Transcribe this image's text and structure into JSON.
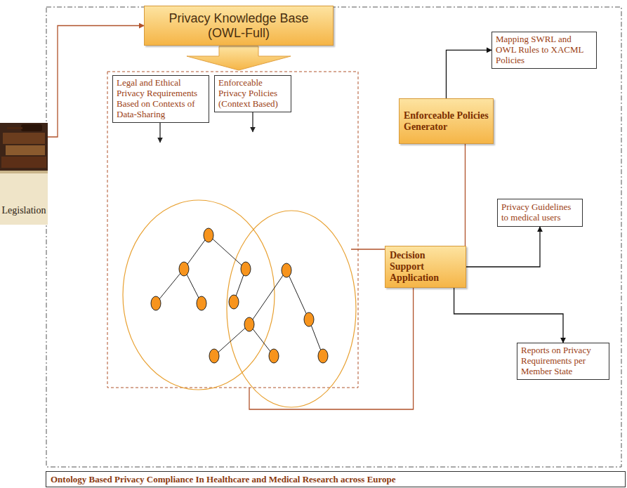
{
  "diagram": {
    "caption": "Ontology Based Privacy Compliance In Healthcare and Medical Research across Europe",
    "nodes": [
      {
        "text": [
          "Legislation"
        ]
      },
      {
        "text": [
          "Privacy Knowledge Base (OWL-Full)"
        ]
      },
      {
        "text": [
          "Legal and Ethical Privacy Requirements Based on Contexts of Data-Sharing"
        ]
      },
      {
        "text": [
          "Enforceable Privacy Policies (Context Based)"
        ]
      },
      {
        "text": [
          "Enforceable Policies Generator"
        ]
      },
      {
        "text": [
          "Mapping SWRL and OWL Rules to XACML Policies"
        ]
      },
      {
        "text": [
          "Decision Support Application"
        ]
      },
      {
        "text": [
          "Privacy Guidelines to medical users"
        ]
      },
      {
        "text": [
          "Reports on Privacy Requirements per Member State"
        ]
      }
    ],
    "edges": [
      {
        "from": 0,
        "to": 1,
        "arrow": "to"
      },
      {
        "from": 4,
        "to": 5,
        "arrow": "to"
      },
      {
        "from": 6,
        "to": 7,
        "arrow": "to"
      },
      {
        "from": 6,
        "to": 8,
        "arrow": "to"
      }
    ]
  }
}
